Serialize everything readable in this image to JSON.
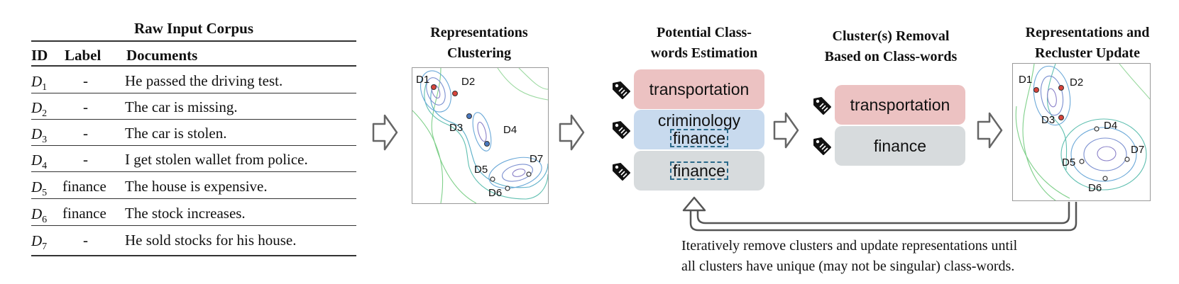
{
  "corpus": {
    "title": "Raw Input Corpus",
    "headers": [
      "ID",
      "Label",
      "Documents"
    ],
    "rows": [
      {
        "id": "D",
        "sub": "1",
        "label": "-",
        "doc": "He passed the driving test."
      },
      {
        "id": "D",
        "sub": "2",
        "label": "-",
        "doc": "The car is missing."
      },
      {
        "id": "D",
        "sub": "3",
        "label": "-",
        "doc": "The car is stolen."
      },
      {
        "id": "D",
        "sub": "4",
        "label": "-",
        "doc": "I get stolen wallet from police."
      },
      {
        "id": "D",
        "sub": "5",
        "label": "finance",
        "doc": "The house is expensive."
      },
      {
        "id": "D",
        "sub": "6",
        "label": "finance",
        "doc": "The stock increases."
      },
      {
        "id": "D",
        "sub": "7",
        "label": "-",
        "doc": "He sold stocks for his house."
      }
    ]
  },
  "stage1": {
    "title_line1": "Representations",
    "title_line2": "Clustering",
    "points": [
      "D1",
      "D2",
      "D3",
      "D4",
      "D5",
      "D6",
      "D7"
    ]
  },
  "stage2": {
    "title_line1": "Potential Class-",
    "title_line2": "words Estimation",
    "cluster1": "transportation",
    "cluster2_top": "criminology",
    "cluster2_bottom": "finance",
    "cluster3": "finance"
  },
  "stage3": {
    "title_line1": "Cluster(s) Removal",
    "title_line2": "Based on Class-words",
    "cluster1": "transportation",
    "cluster2": "finance"
  },
  "stage4": {
    "title_line1": "Representations and",
    "title_line2": "Recluster Update",
    "points": [
      "D1",
      "D2",
      "D3",
      "D4",
      "D5",
      "D6",
      "D7"
    ]
  },
  "loop_note": {
    "line1": "Iteratively remove clusters and update representations until",
    "line2": "all clusters have unique (may not be singular) class-words."
  },
  "colors": {
    "transportation": "#ecc2c2",
    "criminology": "#c8daee",
    "finance": "#d7dbdd",
    "red_point": "#d9443c",
    "blue_point": "#4a78c0",
    "dashed_border": "#2b6a8a"
  },
  "icons": [
    "tag-icon",
    "right-arrow-icon",
    "loop-arrow-icon"
  ]
}
